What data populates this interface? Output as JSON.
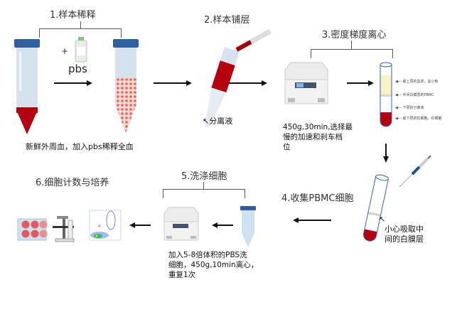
{
  "steps": {
    "s1": {
      "title": "1.样本稀释",
      "reagent": "pbs",
      "plus": "+",
      "caption": "新鲜外周血，加入pbs稀释全血"
    },
    "s2": {
      "title": "2.样本铺层",
      "caption": "分离液"
    },
    "s3": {
      "title": "3.密度梯度离心",
      "note": [
        "450g,30min,选择最",
        "慢的加速和刹车档",
        "位"
      ],
      "layers": [
        "最上层的血浆，血小板",
        "中间白膜层的PBMC",
        "下层的分离液",
        "最下层的粒细胞，红细胞"
      ]
    },
    "s4": {
      "title": "4.收集PBMC细胞",
      "note": [
        "小心吸取中",
        "间的白膜层"
      ]
    },
    "s5": {
      "title": "5.洗涤细胞",
      "note": [
        "加入5-8倍体积的PBS洗",
        "细胞，450g,10min离心，",
        "重复1次"
      ]
    },
    "s6": {
      "title": "6.细胞计数与培养"
    }
  },
  "colors": {
    "blood": "#b5000f",
    "cap": "#2f5f9e",
    "tube": "#d6e2ee",
    "plasma": "#f6f3c4"
  }
}
